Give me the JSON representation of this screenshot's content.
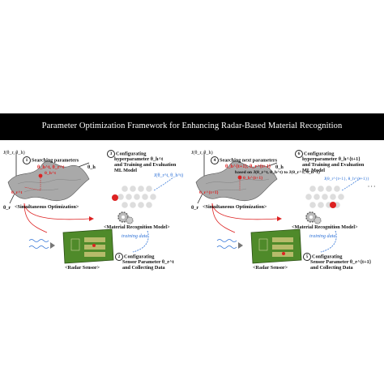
{
  "banner": {
    "title": "Parameter Optimization Framework for Enhancing Radar-Based Material Recognition"
  },
  "left": {
    "axis_j": "J(θ_r, θ_h)",
    "axis_h": "θ_h",
    "axis_r": "θ_r",
    "step1_num": "1",
    "step1_label": "Searching parameters",
    "step1_params": "θ_h^t, θ_r^t",
    "theta_h_point": "θ_h^t",
    "theta_r_point": "θ_r^t",
    "sim_opt": "<Simultaneous Optimization>",
    "step3_num": "3",
    "step3_line1": "Configurating",
    "step3_line2": "hyperparameter θ_h^t",
    "step3_line3": "and Training and Evaluation",
    "step3_line4": "ML Model",
    "j_value": "J(θ_r^t, θ_h^t)",
    "mat_model": "<Material Recognition Model>",
    "training_data": "training data",
    "radar": "<Radar Sensor>",
    "step2_num": "2",
    "step2_line1": "Configurating",
    "step2_line2": "Sensor Parameter θ_r^t",
    "step2_line3": "and Collecting Data"
  },
  "right": {
    "axis_j": "J(θ_r, θ_h)",
    "axis_h": "θ_h",
    "axis_r": "θ_r",
    "step4_num": "4",
    "step4_label": "Searching next parameters",
    "step4_params": "θ_h^{t+1}, θ_r^{t+1}",
    "step4_based": "based on J(θ_r^t, θ_h^t) to J(θ_r^1, θ_h^1)",
    "theta_h_point": "θ_h^{t+1}",
    "theta_r_point": "θ_r^{t+1}",
    "sim_opt": "<Simultaneous Optimization>",
    "step6_num": "6",
    "step6_line1": "Configurating",
    "step6_line2": "hyperparameter θ_h^{t+1}",
    "step6_line3": "and Training and Evaluation",
    "step6_line4": "ML Model",
    "j_value": "J(θ_r^{t+1}, θ_h^{t+1})",
    "ellipsis": "· · ·",
    "mat_model": "<Material Recognition Model>",
    "training_data": "training data",
    "radar": "<Radar Sensor>",
    "step5_num": "5",
    "step5_line1": "Configurating",
    "step5_line2": "Sensor Parameter θ_r^{t+1}",
    "step5_line3": "and Collecting Data"
  },
  "colors": {
    "banner_bg": "#000000",
    "accent_red": "#d22222",
    "accent_blue": "#2a6fd6",
    "pcb_green": "#4f8a2a"
  }
}
